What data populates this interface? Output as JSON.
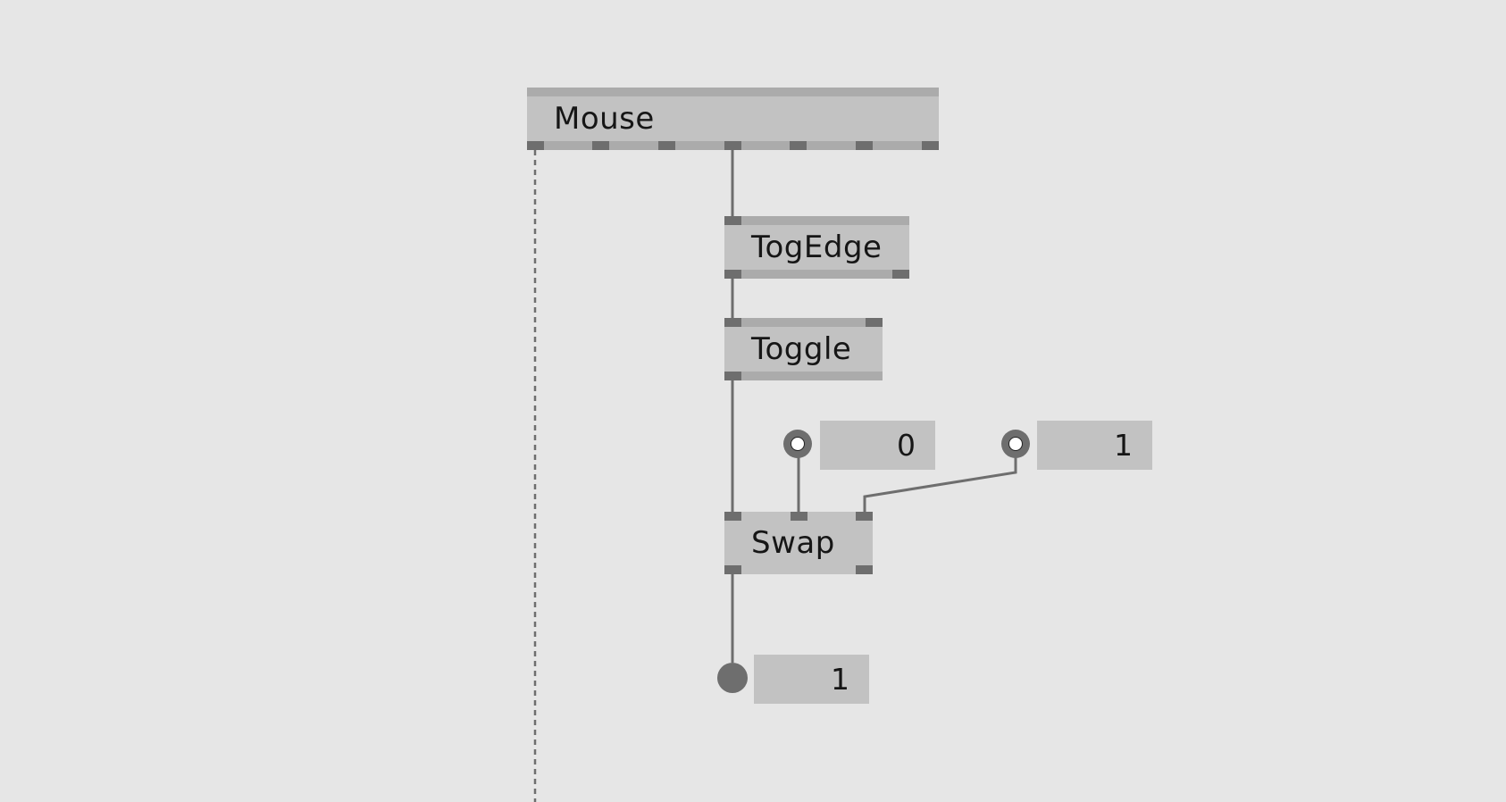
{
  "patch": {
    "nodes": {
      "mouse": {
        "label": "Mouse"
      },
      "togedge": {
        "label": "TogEdge"
      },
      "toggle": {
        "label": "Toggle"
      },
      "swap": {
        "label": "Swap"
      }
    },
    "ioboxes": {
      "input_a": {
        "value": "0"
      },
      "input_b": {
        "value": "1"
      },
      "output": {
        "value": "1"
      }
    }
  },
  "colors": {
    "background": "#e6e6e6",
    "node_fill": "#c2c2c2",
    "node_bar": "#ababab",
    "pin": "#6e6e6e",
    "wire": "#6e6e6e"
  }
}
